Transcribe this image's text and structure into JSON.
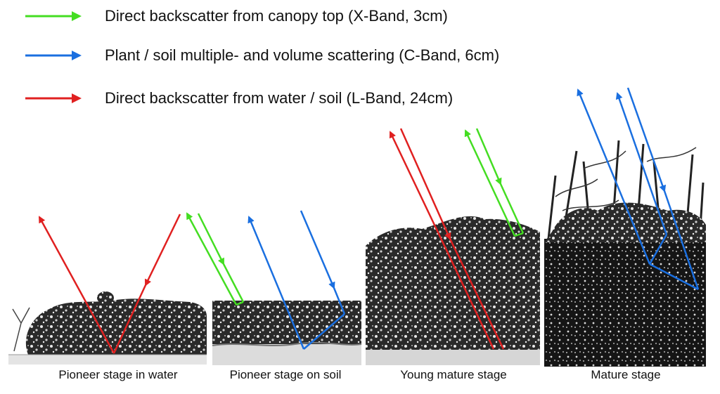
{
  "colors": {
    "x_band": "#44dd22",
    "c_band": "#1a6fe0",
    "l_band": "#e02020",
    "vegetation": "#1c1c1c"
  },
  "legend": [
    {
      "label": "Direct backscatter from canopy top (X-Band, 3cm)",
      "color": "#44dd22"
    },
    {
      "label": "Plant / soil multiple- and volume scattering (C-Band, 6cm)",
      "color": "#1a6fe0"
    },
    {
      "label": "Direct backscatter from water / soil (L-Band, 24cm)",
      "color": "#e02020"
    }
  ],
  "stages": [
    {
      "caption": "Pioneer stage in water"
    },
    {
      "caption": "Pioneer stage on soil"
    },
    {
      "caption": "Young mature stage"
    },
    {
      "caption": "Mature stage"
    }
  ]
}
